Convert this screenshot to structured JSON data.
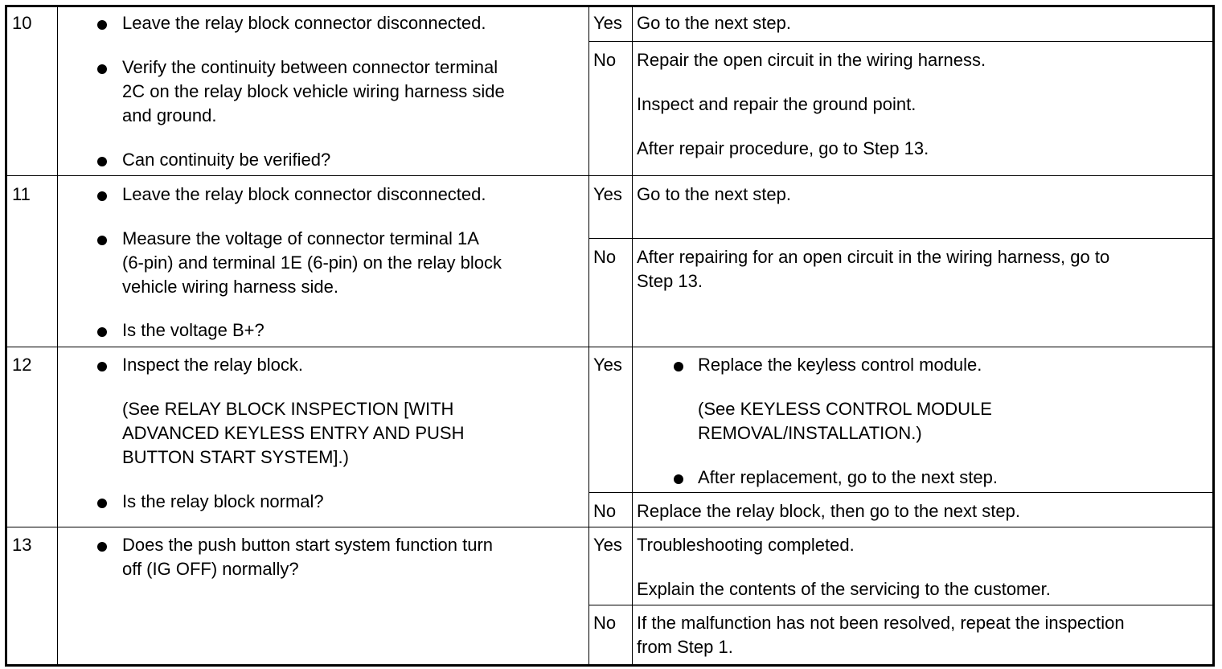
{
  "steps": [
    {
      "number": "10",
      "checks": [
        "Leave the relay block connector disconnected.",
        "Verify the continuity between connector terminal",
        "2C on the relay block vehicle wiring harness side",
        "and ground.",
        "Can continuity be verified?"
      ],
      "yes_label": "Yes",
      "yes_action": [
        "Go to the next step."
      ],
      "no_label": "No",
      "no_action": [
        "Repair the open circuit in the wiring harness.",
        "Inspect and repair the ground point.",
        "After repair procedure, go to Step 13."
      ]
    },
    {
      "number": "11",
      "checks": [
        "Leave the relay block connector disconnected.",
        "Measure the voltage of connector terminal 1A",
        "(6-pin) and terminal 1E (6-pin) on the relay block",
        "vehicle wiring harness side.",
        "Is the voltage B+?"
      ],
      "yes_label": "Yes",
      "yes_action": [
        "Go to the next step."
      ],
      "no_label": "No",
      "no_action": [
        "After repairing for an open circuit in the wiring harness, go to",
        "Step 13."
      ]
    },
    {
      "number": "12",
      "checks": [
        "Inspect the relay block.",
        "(See RELAY BLOCK INSPECTION [WITH",
        "ADVANCED KEYLESS ENTRY AND PUSH",
        "BUTTON START SYSTEM].)",
        "Is the relay block normal?"
      ],
      "yes_label": "Yes",
      "yes_action": [
        "Replace the keyless control module.",
        "(See KEYLESS CONTROL MODULE",
        "REMOVAL/INSTALLATION.)",
        "After replacement, go to the next step."
      ],
      "no_label": "No",
      "no_action": [
        "Replace the relay block, then go to the next step."
      ]
    },
    {
      "number": "13",
      "checks": [
        "Does the push button start system function turn",
        "off (IG OFF) normally?"
      ],
      "yes_label": "Yes",
      "yes_action": [
        "Troubleshooting completed.",
        "Explain the contents of the servicing to the customer."
      ],
      "no_label": "No",
      "no_action": [
        "If the malfunction has not been resolved, repeat the inspection",
        "from Step 1."
      ]
    }
  ]
}
